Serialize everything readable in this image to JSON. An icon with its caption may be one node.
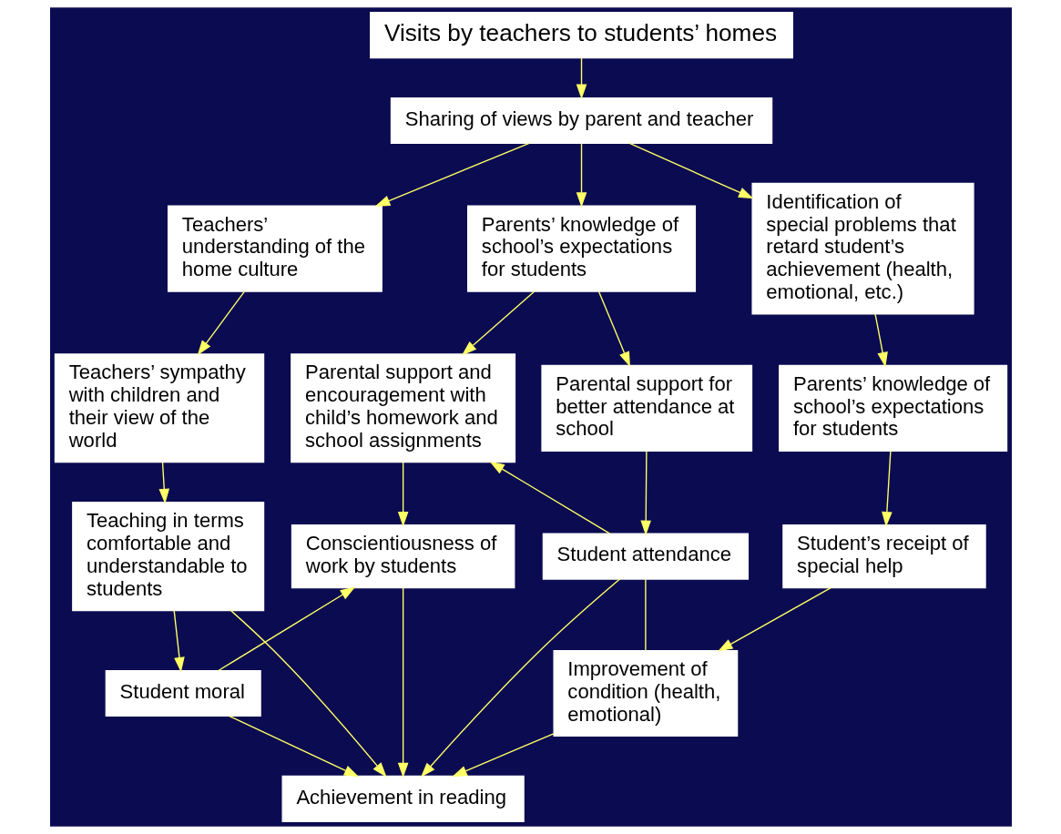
{
  "diagram": {
    "nodes": [
      {
        "text": [
          "Visits by teachers to students’ homes"
        ]
      },
      {
        "text": [
          "Sharing of views by parent and teacher"
        ]
      },
      {
        "text": [
          "Teachers’ understanding of the home culture"
        ]
      },
      {
        "text": [
          "Parents’ knowledge of school’s expectations for students"
        ]
      },
      {
        "text": [
          "Identification of special problems that retard student’s achievement (health, emotional, etc.)"
        ]
      },
      {
        "text": [
          "Teachers’ sympathy with children and their view of the world"
        ]
      },
      {
        "text": [
          "Parental support and encouragement with child’s homework and school assignments"
        ]
      },
      {
        "text": [
          "Parental support for better attendance at school"
        ]
      },
      {
        "text": [
          "Parents’ knowledge of school’s expectations for students"
        ]
      },
      {
        "text": [
          "Teaching in terms comfortable and understandable to students"
        ]
      },
      {
        "text": [
          "Conscientiousness of work by students"
        ]
      },
      {
        "text": [
          "Student attendance"
        ]
      },
      {
        "text": [
          "Student’s receipt of special help"
        ]
      },
      {
        "text": [
          "Student moral"
        ]
      },
      {
        "text": [
          "Improvement of condition (health, emotional)"
        ]
      },
      {
        "text": [
          "Achievement in reading"
        ]
      }
    ],
    "edges": [
      {
        "from": 0,
        "to": 1,
        "arrow": "to"
      },
      {
        "from": 1,
        "to": 2,
        "arrow": "to"
      },
      {
        "from": 1,
        "to": 3,
        "arrow": "to"
      },
      {
        "from": 1,
        "to": 4,
        "arrow": "to"
      },
      {
        "from": 2,
        "to": 5,
        "arrow": "to"
      },
      {
        "from": 3,
        "to": 6,
        "arrow": "to"
      },
      {
        "from": 3,
        "to": 7,
        "arrow": "to"
      },
      {
        "from": 4,
        "to": 8,
        "arrow": "to"
      },
      {
        "from": 5,
        "to": 9,
        "arrow": "to"
      },
      {
        "from": 6,
        "to": 10,
        "arrow": "to"
      },
      {
        "from": 7,
        "to": 11,
        "arrow": "to"
      },
      {
        "from": 8,
        "to": 12,
        "arrow": "to"
      },
      {
        "from": 9,
        "to": 13,
        "arrow": "to"
      },
      {
        "from": 13,
        "to": 10,
        "arrow": "to"
      },
      {
        "from": 11,
        "to": 6,
        "arrow": "to"
      },
      {
        "from": 12,
        "to": 14,
        "arrow": "to"
      },
      {
        "from": 11,
        "to": 14,
        "arrow": "none"
      },
      {
        "from": 9,
        "to": 15,
        "arrow": "to"
      },
      {
        "from": 10,
        "to": 15,
        "arrow": "to"
      },
      {
        "from": 11,
        "to": 15,
        "arrow": "to"
      },
      {
        "from": 13,
        "to": 15,
        "arrow": "to"
      },
      {
        "from": 14,
        "to": 15,
        "arrow": "to"
      }
    ]
  }
}
